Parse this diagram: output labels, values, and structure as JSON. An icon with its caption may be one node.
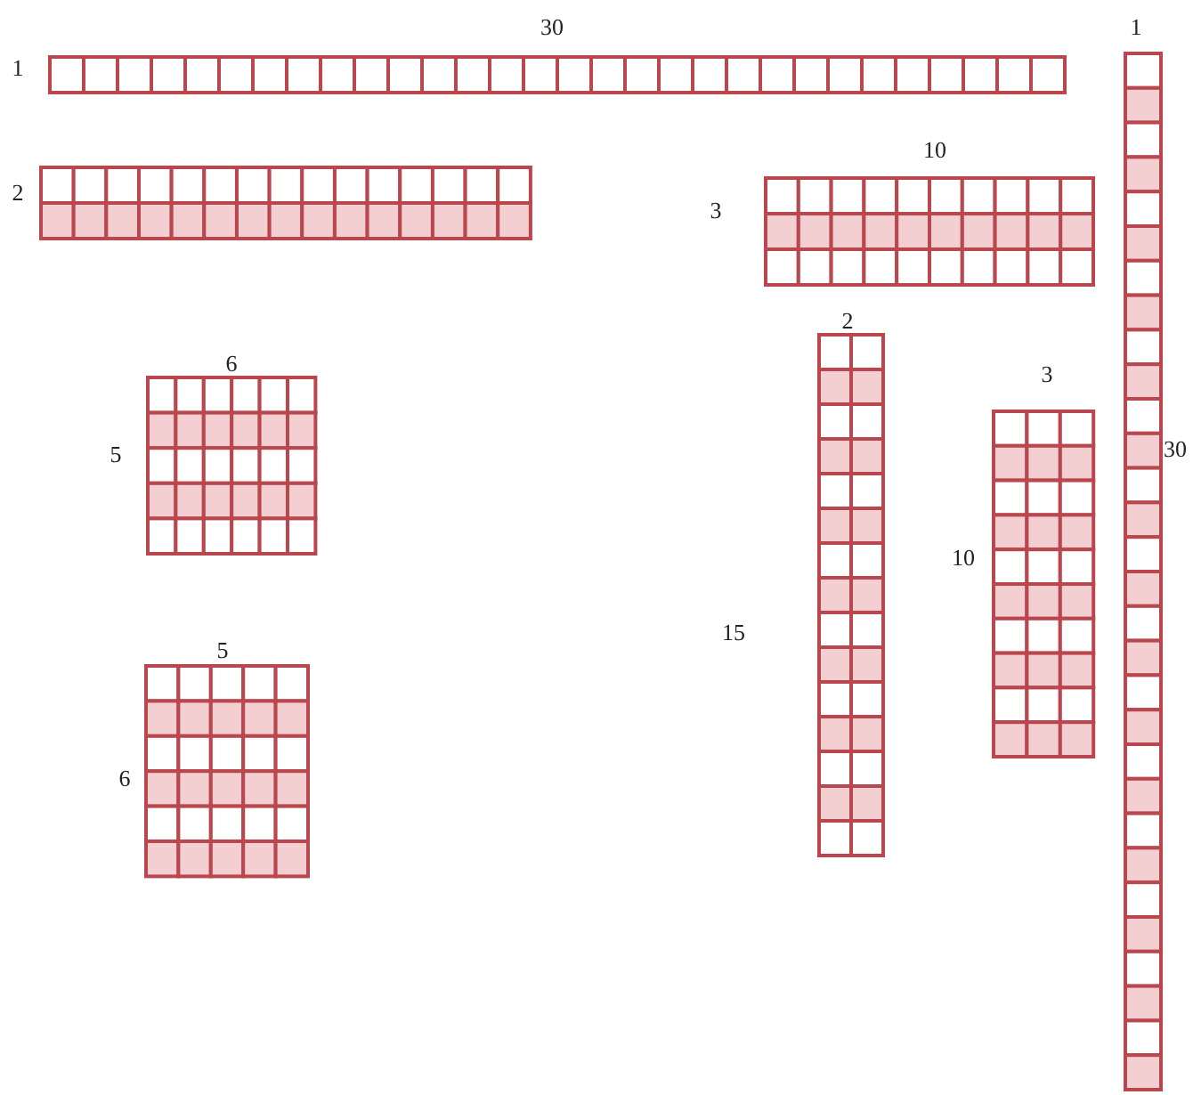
{
  "diagram": {
    "labels": [
      "30",
      "1",
      "1",
      "10",
      "2",
      "3",
      "2",
      "6",
      "3",
      "30",
      "5",
      "10",
      "15",
      "5",
      "6"
    ]
  }
}
